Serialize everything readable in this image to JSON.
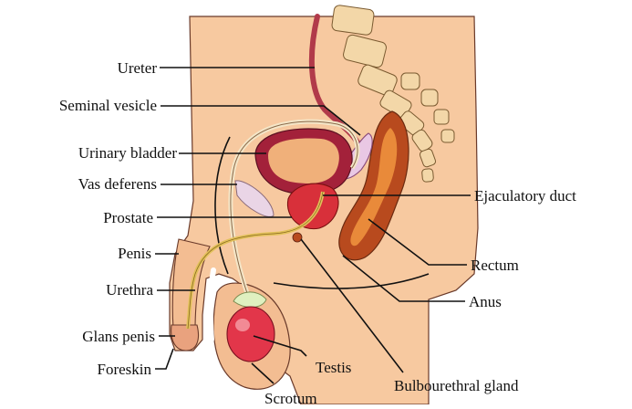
{
  "labels": {
    "ureter": "Ureter",
    "seminal_vesicle": "Seminal vesicle",
    "urinary_bladder": "Urinary bladder",
    "vas_deferens": "Vas deferens",
    "prostate": "Prostate",
    "penis": "Penis",
    "urethra": "Urethra",
    "glans_penis": "Glans penis",
    "foreskin": "Foreskin",
    "ejaculatory_duct": "Ejaculatory duct",
    "rectum": "Rectum",
    "anus": "Anus",
    "testis": "Testis",
    "scrotum": "Scrotum",
    "bulbourethral_gland": "Bulbourethral gland"
  },
  "colors": {
    "skin": "#f7c9a0",
    "skin_dark": "#e9b086",
    "vertebra": "#f3d7a8",
    "bladder_wall": "#a3213a",
    "bladder_inner": "#f0b07a",
    "prostate": "#d8303a",
    "rectum_dark": "#b84a1e",
    "rectum_light": "#e98a3a",
    "testis": "#e2364a",
    "epididymis": "#dff0c0",
    "duct": "#e2c15a",
    "ureter": "#b13a4a",
    "seminal": "#e9c8e4",
    "outline": "#6a3a2a"
  }
}
